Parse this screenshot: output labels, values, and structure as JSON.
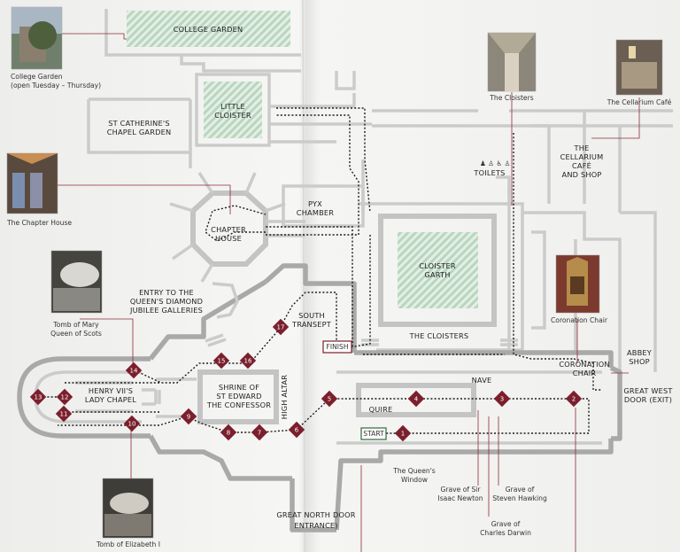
{
  "colors": {
    "marker": "#7b1f2c",
    "garden_stripe": "#b9d6bf",
    "garden_base": "#e4efe5",
    "wall": "#c4c4c4",
    "route": "#1b1b1b"
  },
  "areas": {
    "college_garden": "COLLEGE GARDEN",
    "little_cloister_1": "LITTLE",
    "little_cloister_2": "CLOISTER",
    "st_catherine_1": "ST CATHERINE'S",
    "st_catherine_2": "CHAPEL GARDEN",
    "chapter_house_1": "CHAPTER",
    "chapter_house_2": "HOUSE",
    "pyx_1": "PYX",
    "pyx_2": "CHAMBER",
    "cloister_garth_1": "CLOISTER",
    "cloister_garth_2": "GARTH",
    "cloisters": "THE CLOISTERS",
    "galleries_1": "ENTRY TO THE",
    "galleries_2": "QUEEN'S DIAMOND",
    "galleries_3": "JUBILEE GALLERIES",
    "south_transept_1": "SOUTH",
    "south_transept_2": "TRANSEPT",
    "henry_1": "HENRY VII'S",
    "henry_2": "LADY CHAPEL",
    "shrine_1": "SHRINE OF",
    "shrine_2": "ST EDWARD",
    "shrine_3": "THE CONFESSOR",
    "high_altar": "HIGH ALTAR",
    "quire": "QUIRE",
    "nave": "NAVE",
    "coronation_1": "CORONATION",
    "coronation_2": "CHAIR",
    "abbey_shop_1": "ABBEY",
    "abbey_shop_2": "SHOP",
    "great_west_1": "GREAT WEST",
    "great_west_2": "DOOR (EXIT)",
    "cafe_1": "THE",
    "cafe_2": "CELLARIUM",
    "cafe_3": "CAFÉ",
    "cafe_4": "AND SHOP",
    "toilets": "TOILETS",
    "north_door_1": "GREAT NORTH DOOR",
    "north_door_2": "ENTRANCE)",
    "start": "START",
    "finish": "FINISH"
  },
  "captions": {
    "college_garden_1": "College Garden",
    "college_garden_2": "(open Tuesday – Thursday)",
    "chapter_house": "The Chapter House",
    "mary_1": "Tomb of Mary",
    "mary_2": "Queen of Scots",
    "elizabeth": "Tomb of Elizabeth I",
    "cloisters": "The Cloisters",
    "cafe": "The Cellarium Café",
    "coronation_chair": "Coronation Chair",
    "queens_window_1": "The Queen's",
    "queens_window_2": "Window",
    "newton_1": "Grave of Sir",
    "newton_2": "Isaac Newton",
    "hawking_1": "Grave of",
    "hawking_2": "Steven Hawking",
    "darwin_1": "Grave of",
    "darwin_2": "Charles Darwin"
  },
  "stops": [
    {
      "n": "1"
    },
    {
      "n": "2"
    },
    {
      "n": "3"
    },
    {
      "n": "4"
    },
    {
      "n": "5"
    },
    {
      "n": "6"
    },
    {
      "n": "7"
    },
    {
      "n": "8"
    },
    {
      "n": "9"
    },
    {
      "n": "10"
    },
    {
      "n": "11"
    },
    {
      "n": "12"
    },
    {
      "n": "13"
    },
    {
      "n": "14"
    },
    {
      "n": "15"
    },
    {
      "n": "16"
    },
    {
      "n": "17"
    }
  ]
}
